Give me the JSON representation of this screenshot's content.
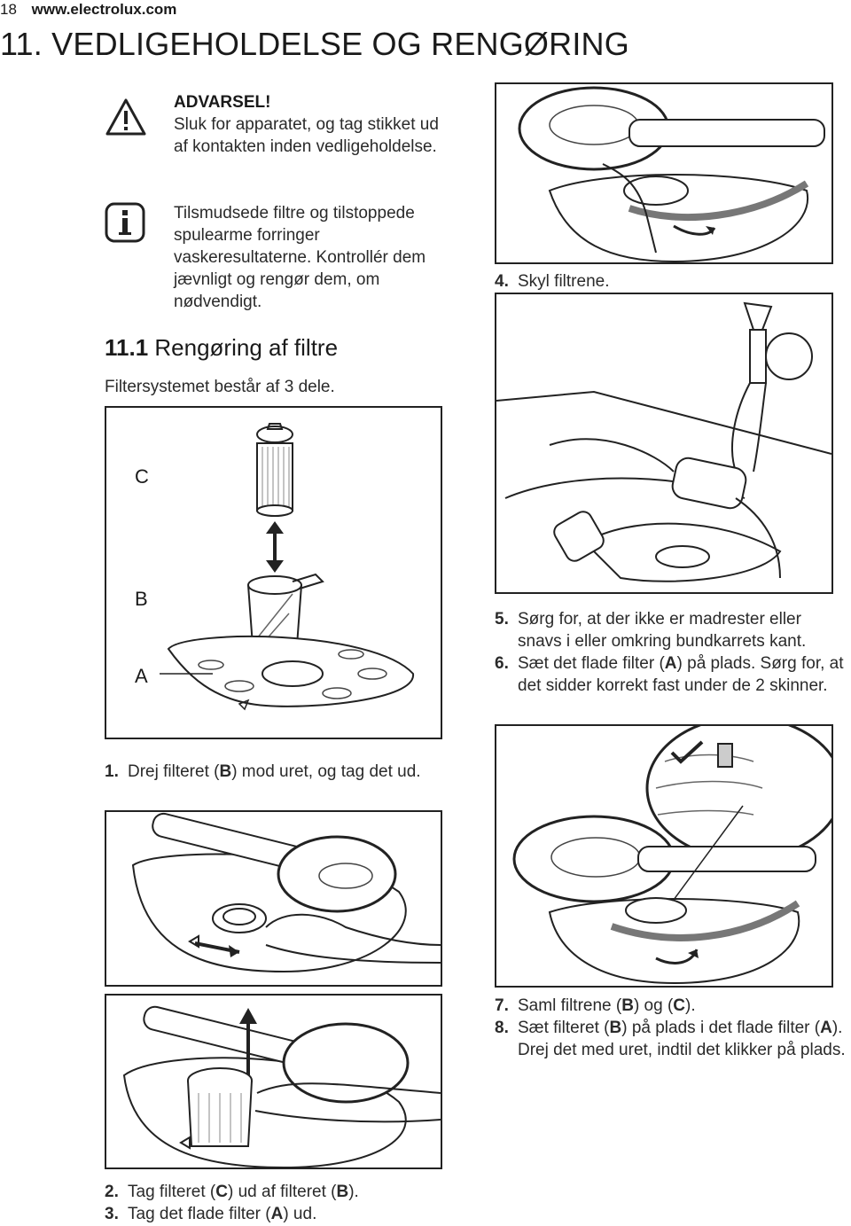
{
  "header": {
    "page_number": "18",
    "url": "www.electrolux.com"
  },
  "section": {
    "title": "11. VEDLIGEHOLDELSE OG RENGØRING"
  },
  "warning": {
    "title": "ADVARSEL!",
    "text": "Sluk for apparatet, og tag stikket ud af kontakten inden vedligeholdelse."
  },
  "info": {
    "text": "Tilsmudsede filtre og tilstoppede spulearme forringer vaskeresultaterne. Kontrollér dem jævnligt og rengør dem, om nødvendigt."
  },
  "subsection": {
    "number": "11.1",
    "title": " Rengøring af filtre"
  },
  "intro": "Filtersystemet består af 3 dele.",
  "labels": {
    "c": "C",
    "b": "B",
    "a": "A"
  },
  "steps_left_1": [
    {
      "num": "1.",
      "parts": [
        "Drej filteret (",
        "B",
        ") mod uret, og tag det ud."
      ]
    }
  ],
  "steps_left_2": [
    {
      "num": "2.",
      "parts": [
        "Tag filteret (",
        "C",
        ") ud af filteret (",
        "B",
        ")."
      ]
    },
    {
      "num": "3.",
      "parts": [
        "Tag det flade filter (",
        "A",
        ") ud."
      ]
    }
  ],
  "steps_right_1": [
    {
      "num": "4.",
      "parts": [
        "Skyl filtrene."
      ]
    }
  ],
  "steps_right_2": [
    {
      "num": "5.",
      "parts": [
        "Sørg for, at der ikke er madrester eller snavs i eller omkring bundkarrets kant."
      ]
    },
    {
      "num": "6.",
      "parts": [
        "Sæt det flade filter (",
        "A",
        ") på plads. Sørg for, at det sidder korrekt fast under de 2 skinner."
      ]
    }
  ],
  "steps_right_3": [
    {
      "num": "7.",
      "parts": [
        "Saml filtrene (",
        "B",
        ") og (",
        "C",
        ")."
      ]
    },
    {
      "num": "8.",
      "parts": [
        "Sæt filteret (",
        "B",
        ") på plads i det flade filter (",
        "A",
        "). Drej det med uret, indtil det klikker på plads."
      ]
    }
  ],
  "icons": {
    "warning": "warning-triangle-icon",
    "info": "info-icon"
  }
}
